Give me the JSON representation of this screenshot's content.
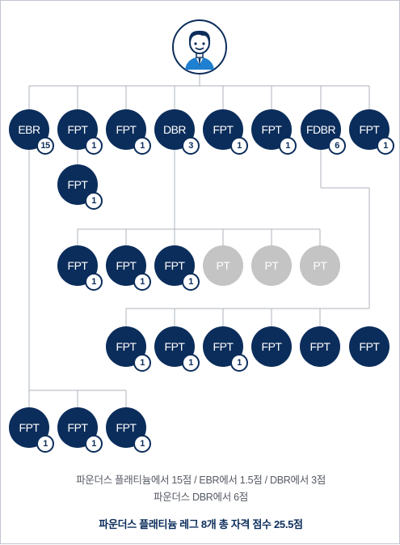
{
  "colors": {
    "node": "#0b2d5b",
    "inactive": "#c4c4c4",
    "line": "#aeb3bb"
  },
  "top": {
    "icon": "businessman-avatar-icon"
  },
  "row1": [
    {
      "label": "EBR",
      "badge": "15"
    },
    {
      "label": "FPT",
      "badge": "1"
    },
    {
      "label": "FPT",
      "badge": "1"
    },
    {
      "label": "DBR",
      "badge": "3"
    },
    {
      "label": "FPT",
      "badge": "1"
    },
    {
      "label": "FPT",
      "badge": "1"
    },
    {
      "label": "FDBR",
      "badge": "6"
    },
    {
      "label": "FPT",
      "badge": "1"
    }
  ],
  "fpt_child": {
    "label": "FPT",
    "badge": "1"
  },
  "dbr_children": [
    {
      "label": "FPT",
      "badge": "1"
    },
    {
      "label": "FPT",
      "badge": "1"
    },
    {
      "label": "FPT",
      "badge": "1"
    },
    {
      "label": "PT"
    },
    {
      "label": "PT"
    },
    {
      "label": "PT"
    }
  ],
  "fdbr_children": [
    {
      "label": "FPT",
      "badge": "1"
    },
    {
      "label": "FPT",
      "badge": "1"
    },
    {
      "label": "FPT",
      "badge": "1"
    },
    {
      "label": "FPT"
    },
    {
      "label": "FPT"
    },
    {
      "label": "FPT"
    }
  ],
  "ebr_children": [
    {
      "label": "FPT",
      "badge": "1"
    },
    {
      "label": "FPT",
      "badge": "1"
    },
    {
      "label": "FPT",
      "badge": "1"
    }
  ],
  "footer": {
    "line1": "파운더스 플래티늄에서 15점 / EBR에서 1.5점 / DBR에서 3점",
    "line2": "파운더스 DBR에서 6점",
    "total": "파운더스 플래티늄 레그 8개 총 자격 점수 25.5점"
  }
}
